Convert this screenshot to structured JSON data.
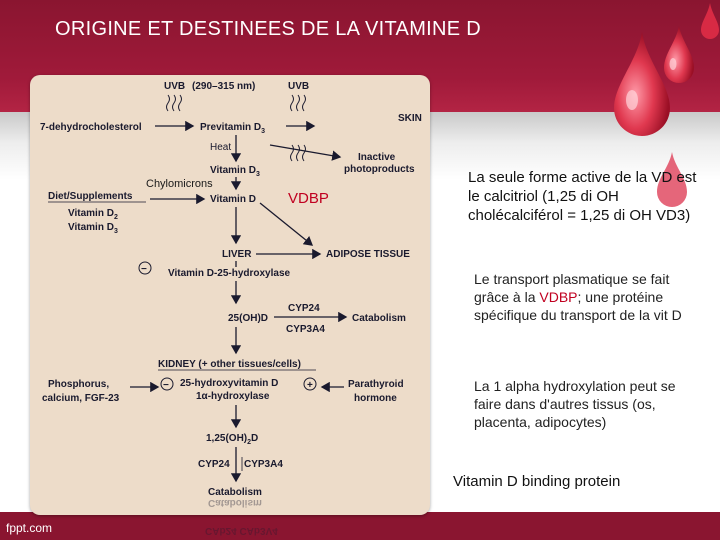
{
  "slide": {
    "title": "ORIGINE ET DESTINEES DE LA VITAMINE D",
    "footer_brand": "fppt.com"
  },
  "diagram": {
    "uvb_left": "UVB",
    "uvb_range": "(290–315 nm)",
    "uvb_right": "UVB",
    "dehydrocholesterol": "7-dehydrocholesterol",
    "previtamin": "Previtamin D",
    "previtamin_sub": "3",
    "skin": "SKIN",
    "heat": "Heat",
    "vitd3": "Vitamin D",
    "vitd3_sub": "3",
    "inactive_1": "Inactive",
    "inactive_2": "photoproducts",
    "diet": "Diet/Supplements",
    "vitd2": "Vitamin D",
    "vitd2_sub": "2",
    "vitd3b": "Vitamin D",
    "vitd3b_sub": "3",
    "vitamind": "Vitamin D",
    "liver": "LIVER",
    "adipose": "ADIPOSE TISSUE",
    "minus": "−",
    "hydroxylase25": "Vitamin D-25-hydroxylase",
    "cyp24": "CYP24",
    "cyp3a4": "CYP3A4",
    "ohd25": "25(OH)D",
    "catabolism": "Catabolism",
    "kidney": "KIDNEY (+ other tissues/cells)",
    "phosphorus_1": "Phosphorus,",
    "phosphorus_2": "calcium, FGF-23",
    "hydroxy25_1": "25-hydroxyvitamin D",
    "hydroxy25_2": "1α-hydroxylase",
    "plus": "+",
    "pth_1": "Parathyroid",
    "pth_2": "hormone",
    "ohd125": "1,25(OH)",
    "ohd125_sub": "2",
    "ohd125_d": "D",
    "cyp24_b": "CYP24",
    "cyp3a4_b": "CYP3A4",
    "catabolism_b": "Catabolism",
    "reflection_1": "Catabolism",
    "reflection_2": "CAb24 CAb3V4"
  },
  "annotations": {
    "chylomicrons": "Chylomicrons",
    "vdbp": "VDBP"
  },
  "side": {
    "main": "La seule forme active de la VD est le calcitriol (1,25 di OH cholécalciférol = 1,25 di OH VD3)",
    "transport_before": "Le transport plasmatique se fait grâce à la ",
    "transport_accent": "VDBP",
    "transport_after": "; une protéine spécifique du transport de la vit D",
    "hydroxylation": "La 1 alpha hydroxylation peut se faire dans d'autres tissus (os, placenta, adipocytes)",
    "vdbp_full": "Vitamin D binding protein"
  },
  "colors": {
    "header": "#a01a3a",
    "accent": "#c00020",
    "card": "#eddcc9"
  }
}
